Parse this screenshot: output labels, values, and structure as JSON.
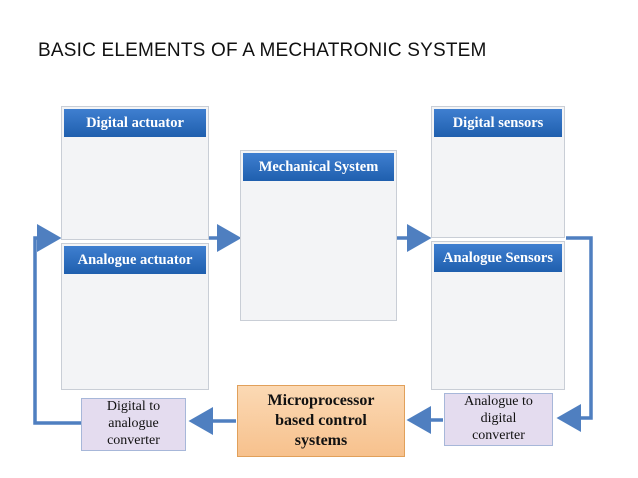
{
  "title": "BASIC ELEMENTS OF A MECHATRONIC SYSTEM",
  "panels": {
    "digital_actuator": "Digital actuator",
    "analogue_actuator": "Analogue actuator",
    "mechanical_system": "Mechanical System",
    "digital_sensors": "Digital sensors",
    "analogue_sensors": "Analogue Sensors"
  },
  "boxes": {
    "dac": [
      "Digital to",
      "analogue",
      "converter"
    ],
    "microprocessor": [
      "Microprocessor",
      "based control",
      "systems"
    ],
    "adc": [
      "Analogue to",
      "digital",
      "converter"
    ]
  },
  "colors": {
    "header_blue": "#2a6bbf",
    "arrow_blue": "#4f7fc0",
    "converter_fill": "#e4dcef",
    "microprocessor_fill": "#f9cd9f"
  }
}
